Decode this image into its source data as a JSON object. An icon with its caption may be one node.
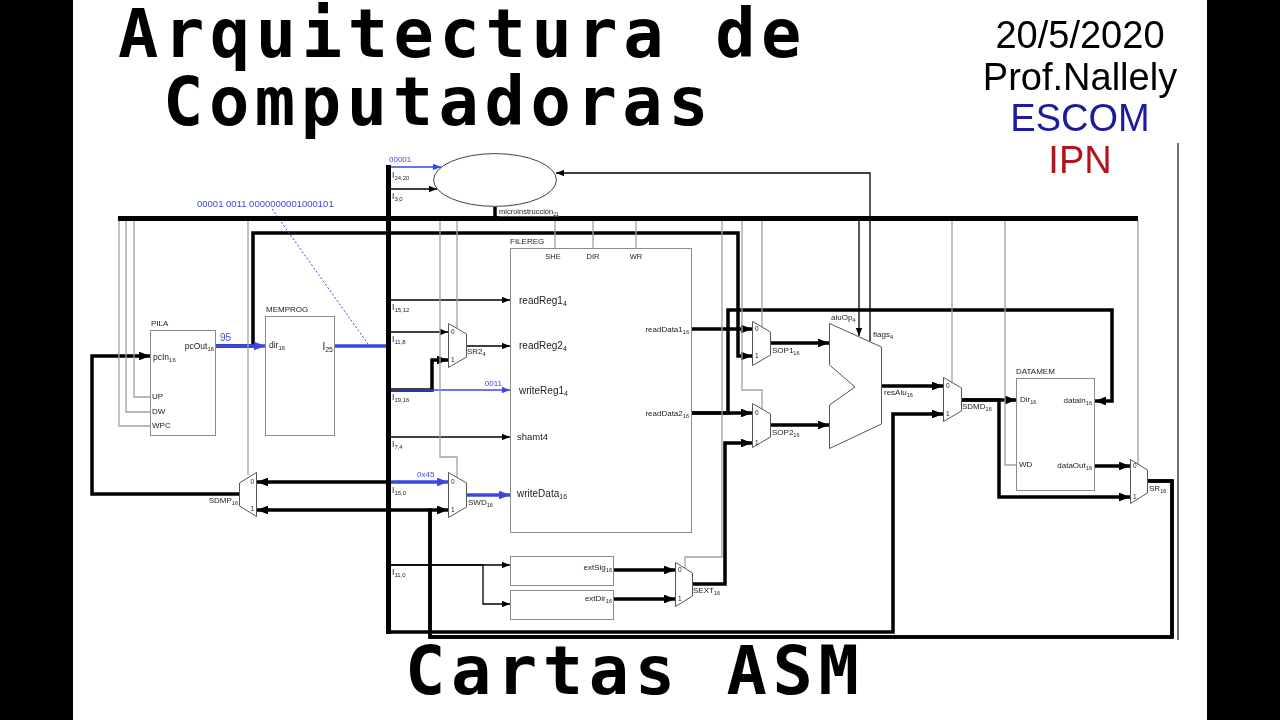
{
  "diagram": {
    "title": "Arquitectura de Computadoras",
    "caption": "Cartas ASM",
    "nodes": [
      {
        "text": [],
        "shape": "ellipse"
      },
      {
        "text": [
          "PILA",
          "pcIn$_{16}$",
          "pcOut$_{16}$",
          "UP",
          "DW",
          "WPC"
        ]
      },
      {
        "text": [
          "MEMPROG",
          "dir$_{16}$",
          "I$_{25}$"
        ]
      },
      {
        "text": [
          "FILEREG",
          "SHE",
          "DIR",
          "WR",
          "readReg1$_{4}$",
          "readReg2$_{4}$",
          "writeReg1$_{4}$",
          "shamt4",
          "writeData$_{16}$",
          "readData1$_{16}$",
          "readData2$_{16}$"
        ]
      },
      {
        "text": [
          "0",
          "1"
        ],
        "beside": [
          "SR2$_{4}$"
        ]
      },
      {
        "text": [
          "0",
          "1"
        ],
        "beside": [
          "SWD$_{16}$"
        ]
      },
      {
        "text": [
          "0",
          "1"
        ],
        "beside": [
          "SDMP$_{16}$"
        ]
      },
      {
        "text": [
          "extSig$_{16}$"
        ]
      },
      {
        "text": [
          "extDir$_{16}$"
        ]
      },
      {
        "text": [
          "0",
          "1"
        ],
        "beside": [
          "SEXT$_{16}$"
        ]
      },
      {
        "text": [
          "0",
          "1"
        ],
        "beside": [
          "SOP1$_{16}$"
        ]
      },
      {
        "text": [
          "0",
          "1"
        ],
        "beside": [
          "SOP2$_{16}$"
        ]
      },
      {
        "text": [],
        "shape": "trapezoid",
        "beside": [
          "aluOp$_{4}$",
          "flags$_{4}$",
          "resAlu$_{16}$"
        ]
      },
      {
        "text": [
          "0",
          "1"
        ],
        "beside": [
          "SDMD$_{16}$"
        ]
      },
      {
        "text": [
          "DATAMEM",
          "Dir$_{16}$",
          "dataIn$_{16}$",
          "WD",
          "dataOut$_{16}$"
        ]
      },
      {
        "text": [
          "0",
          "1"
        ],
        "beside": [
          "SR$_{16}$"
        ]
      },
      {
        "text": [],
        "shape": "bar"
      },
      {
        "text": [],
        "shape": "bar"
      },
      {
        "text": [
          "00001 0011 0000000001000101"
        ]
      }
    ],
    "edges": [
      {
        "from": 16,
        "to": 0,
        "arrow": "to",
        "label": "I$_{24,20}$",
        "color": "#3b48e0"
      },
      {
        "from": 16,
        "to": 0,
        "arrow": "to",
        "label": "I$_{3,0}$"
      },
      {
        "from": 16,
        "to": 3,
        "arrow": "to",
        "label": "I$_{15,12}$"
      },
      {
        "from": 16,
        "to": 4,
        "arrow": "to",
        "label": "I$_{11,8}$"
      },
      {
        "from": 16,
        "to": 4,
        "arrow": "to",
        "style": "thick"
      },
      {
        "from": 16,
        "to": 3,
        "arrow": "to",
        "label": "I$_{19,16}$",
        "color": "#3b48e0"
      },
      {
        "from": 16,
        "to": 3,
        "arrow": "to",
        "label": "I$_{7,4}$"
      },
      {
        "from": 16,
        "to": 5,
        "arrow": "to",
        "label": "I$_{15,0}$",
        "style": "thick",
        "color": "#3b48e0"
      },
      {
        "from": 16,
        "to": 6,
        "arrow": "to",
        "style": "thick"
      },
      {
        "from": 16,
        "to": 7,
        "arrow": "to",
        "label": "I$_{11,0}$"
      },
      {
        "from": 16,
        "to": 8,
        "arrow": "to"
      },
      {
        "from": 16,
        "to": 13,
        "arrow": "to",
        "style": "thick"
      },
      {
        "from": 2,
        "to": 16,
        "arrow": "none",
        "style": "thick",
        "color": "#3b48e0"
      },
      {
        "from": 1,
        "to": 10,
        "arrow": "to",
        "style": "thick"
      },
      {
        "from": 1,
        "to": 2,
        "arrow": "to",
        "style": "thick",
        "color": "#3b48e0"
      },
      {
        "from": 6,
        "to": 1,
        "arrow": "to",
        "style": "thick"
      },
      {
        "from": 4,
        "to": 3,
        "arrow": "to"
      },
      {
        "from": 5,
        "to": 3,
        "arrow": "to",
        "style": "thick",
        "color": "#3b48e0"
      },
      {
        "from": 7,
        "to": 9,
        "arrow": "to",
        "style": "thick"
      },
      {
        "from": 8,
        "to": 9,
        "arrow": "to",
        "style": "thick"
      },
      {
        "from": 9,
        "to": 11,
        "arrow": "to",
        "style": "thick"
      },
      {
        "from": 3,
        "to": 10,
        "arrow": "to",
        "style": "thick"
      },
      {
        "from": 3,
        "to": 11,
        "arrow": "to",
        "style": "thick"
      },
      {
        "from": 3,
        "to": 14,
        "arrow": "to",
        "style": "thick"
      },
      {
        "from": 10,
        "to": 12,
        "arrow": "to",
        "style": "thick"
      },
      {
        "from": 11,
        "to": 12,
        "arrow": "to",
        "style": "thick"
      },
      {
        "from": 12,
        "to": 13,
        "arrow": "to",
        "style": "thick"
      },
      {
        "from": 12,
        "to": 0,
        "arrow": "to"
      },
      {
        "from": 13,
        "to": 14,
        "arrow": "to",
        "style": "thick"
      },
      {
        "from": 13,
        "to": 15,
        "arrow": "to",
        "style": "thick"
      },
      {
        "from": 14,
        "to": 15,
        "arrow": "to",
        "style": "thick"
      },
      {
        "from": 15,
        "to": 5,
        "arrow": "to",
        "style": "thick"
      },
      {
        "from": 15,
        "to": 6,
        "arrow": "to",
        "style": "thick"
      },
      {
        "from": 0,
        "to": 17,
        "arrow": "none",
        "label": "microinstrucción$_{21}$",
        "style": "thick"
      },
      {
        "from": 17,
        "to": 1,
        "arrow": "none",
        "color": "#a0a0a0"
      },
      {
        "from": 17,
        "to": 1,
        "arrow": "none",
        "color": "#a0a0a0"
      },
      {
        "from": 17,
        "to": 1,
        "arrow": "none",
        "color": "#a0a0a0"
      },
      {
        "from": 17,
        "to": 6,
        "arrow": "none",
        "color": "#a0a0a0"
      },
      {
        "from": 17,
        "to": 5,
        "arrow": "none",
        "color": "#a0a0a0"
      },
      {
        "from": 17,
        "to": 4,
        "arrow": "none",
        "color": "#a0a0a0"
      },
      {
        "from": 17,
        "to": 3,
        "arrow": "none",
        "color": "#a0a0a0"
      },
      {
        "from": 17,
        "to": 3,
        "arrow": "none",
        "color": "#a0a0a0"
      },
      {
        "from": 17,
        "to": 3,
        "arrow": "none",
        "color": "#a0a0a0"
      },
      {
        "from": 17,
        "to": 9,
        "arrow": "none",
        "color": "#a0a0a0"
      },
      {
        "from": 17,
        "to": 11,
        "arrow": "none",
        "color": "#a0a0a0"
      },
      {
        "from": 17,
        "to": 10,
        "arrow": "none",
        "color": "#a0a0a0"
      },
      {
        "from": 17,
        "to": 12,
        "arrow": "to"
      },
      {
        "from": 17,
        "to": 13,
        "arrow": "none",
        "color": "#a0a0a0"
      },
      {
        "from": 17,
        "to": 14,
        "arrow": "none",
        "color": "#a0a0a0"
      },
      {
        "from": 17,
        "to": 15,
        "arrow": "none",
        "color": "#a0a0a0"
      },
      {
        "from": 18,
        "to": null,
        "arrow": "none",
        "style": "dashed",
        "color": "#3b48e0"
      }
    ],
    "labels": [
      "20/5/2020",
      "Prof.Nallely",
      "ESCOM",
      "IPN",
      "00001",
      "95",
      "0011",
      "0x45"
    ]
  }
}
